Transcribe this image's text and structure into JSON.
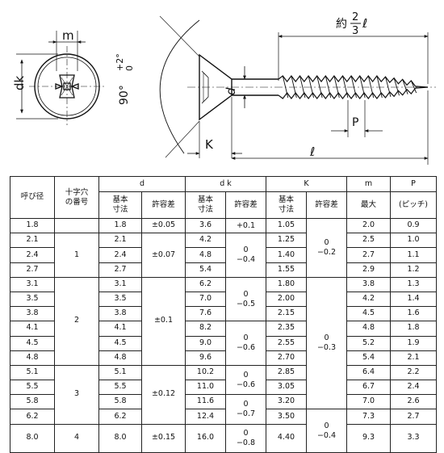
{
  "drawing": {
    "labels": {
      "m": "m",
      "dk": "dk",
      "angle": "90°",
      "angle_tol_upper": "+2°",
      "angle_tol_lower": "0",
      "d": "d",
      "k": "K",
      "p": "P",
      "length": "ℓ",
      "thread_prefix": "約",
      "thread_num": "2",
      "thread_den": "3",
      "thread_suffix": "ℓ"
    }
  },
  "table": {
    "headers": {
      "size": "呼び径",
      "cross_no": "十字穴\nの番号",
      "d": "d",
      "dk": "d k",
      "k": "K",
      "m": "m",
      "p": "P",
      "basic": "基本\n寸法",
      "tolerance": "許容差",
      "max": "最大",
      "pitch": "(ピッチ)"
    },
    "rows": [
      {
        "size": "1.8",
        "d": "1.8",
        "dk": "3.6",
        "k": "1.05",
        "m": "2.0",
        "p": "0.9"
      },
      {
        "size": "2.1",
        "d": "2.1",
        "dk": "4.2",
        "k": "1.25",
        "m": "2.5",
        "p": "1.0"
      },
      {
        "size": "2.4",
        "d": "2.4",
        "dk": "4.8",
        "k": "1.40",
        "m": "2.7",
        "p": "1.1"
      },
      {
        "size": "2.7",
        "d": "2.7",
        "dk": "5.4",
        "k": "1.55",
        "m": "2.9",
        "p": "1.2"
      },
      {
        "size": "3.1",
        "d": "3.1",
        "dk": "6.2",
        "k": "1.80",
        "m": "3.8",
        "p": "1.3"
      },
      {
        "size": "3.5",
        "d": "3.5",
        "dk": "7.0",
        "k": "2.00",
        "m": "4.2",
        "p": "1.4"
      },
      {
        "size": "3.8",
        "d": "3.8",
        "dk": "7.6",
        "k": "2.15",
        "m": "4.5",
        "p": "1.6"
      },
      {
        "size": "4.1",
        "d": "4.1",
        "dk": "8.2",
        "k": "2.35",
        "m": "4.8",
        "p": "1.8"
      },
      {
        "size": "4.5",
        "d": "4.5",
        "dk": "9.0",
        "k": "2.55",
        "m": "5.2",
        "p": "1.9"
      },
      {
        "size": "4.8",
        "d": "4.8",
        "dk": "9.6",
        "k": "2.70",
        "m": "5.4",
        "p": "2.1"
      },
      {
        "size": "5.1",
        "d": "5.1",
        "dk": "10.2",
        "k": "2.85",
        "m": "6.4",
        "p": "2.2"
      },
      {
        "size": "5.5",
        "d": "5.5",
        "dk": "11.0",
        "k": "3.05",
        "m": "6.7",
        "p": "2.4"
      },
      {
        "size": "5.8",
        "d": "5.8",
        "dk": "11.6",
        "k": "3.20",
        "m": "7.0",
        "p": "2.6"
      },
      {
        "size": "6.2",
        "d": "6.2",
        "dk": "12.4",
        "k": "3.50",
        "m": "7.3",
        "p": "2.7"
      },
      {
        "size": "8.0",
        "d": "8.0",
        "dk": "16.0",
        "k": "4.40",
        "m": "9.3",
        "p": "3.3"
      }
    ],
    "cross_no": [
      "1",
      "2",
      "3",
      "4"
    ],
    "d_tol": [
      "±0.05",
      "±0.07",
      "±0.1",
      "±0.12",
      "±0.15"
    ],
    "dk_tol": [
      "+0.1",
      "0\n−0.4",
      "0\n−0.5",
      "0\n−0.6",
      "0\n−0.7",
      "0\n−0.8"
    ],
    "k_tol": [
      "0\n−0.2",
      "0\n−0.3",
      "0\n−0.4"
    ]
  }
}
